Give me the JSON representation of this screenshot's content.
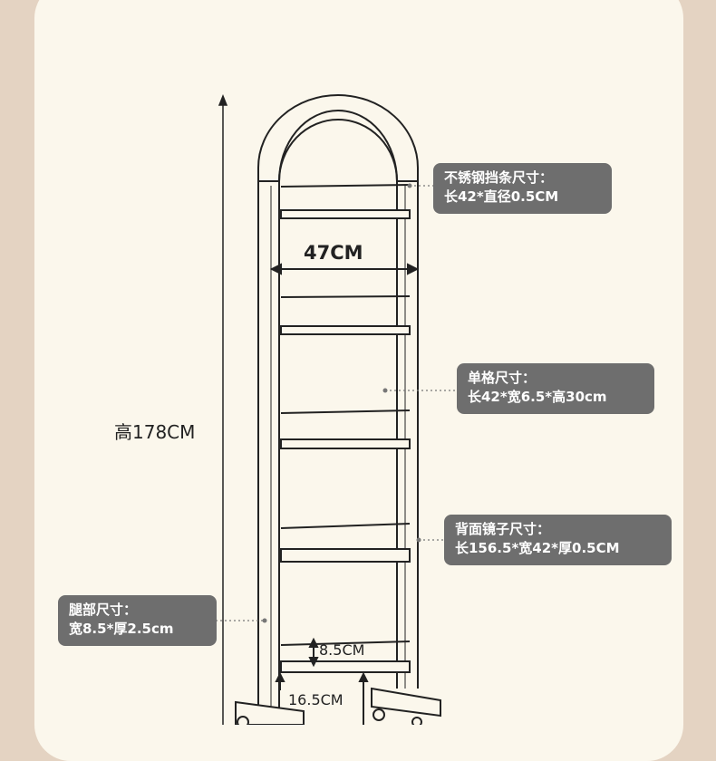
{
  "dimensions": {
    "height": "高178CM",
    "width": "47CM",
    "shelf_gap": "8.5CM",
    "foot_gap": "16.5CM"
  },
  "callouts": {
    "rod": {
      "title": "不锈钢挡条尺寸：",
      "value": "长42*直径0.5CM"
    },
    "cell": {
      "title": "单格尺寸：",
      "value": "长42*宽6.5*高30cm"
    },
    "mirror": {
      "title": "背面镜子尺寸：",
      "value": "长156.5*宽42*厚0.5CM"
    },
    "leg": {
      "title": "腿部尺寸：",
      "value": "宽8.5*厚2.5cm"
    }
  },
  "colors": {
    "background": "#e4d3c2",
    "card": "#fbf7ec",
    "callout_bg": "#6e6e6e",
    "line": "#222222"
  }
}
